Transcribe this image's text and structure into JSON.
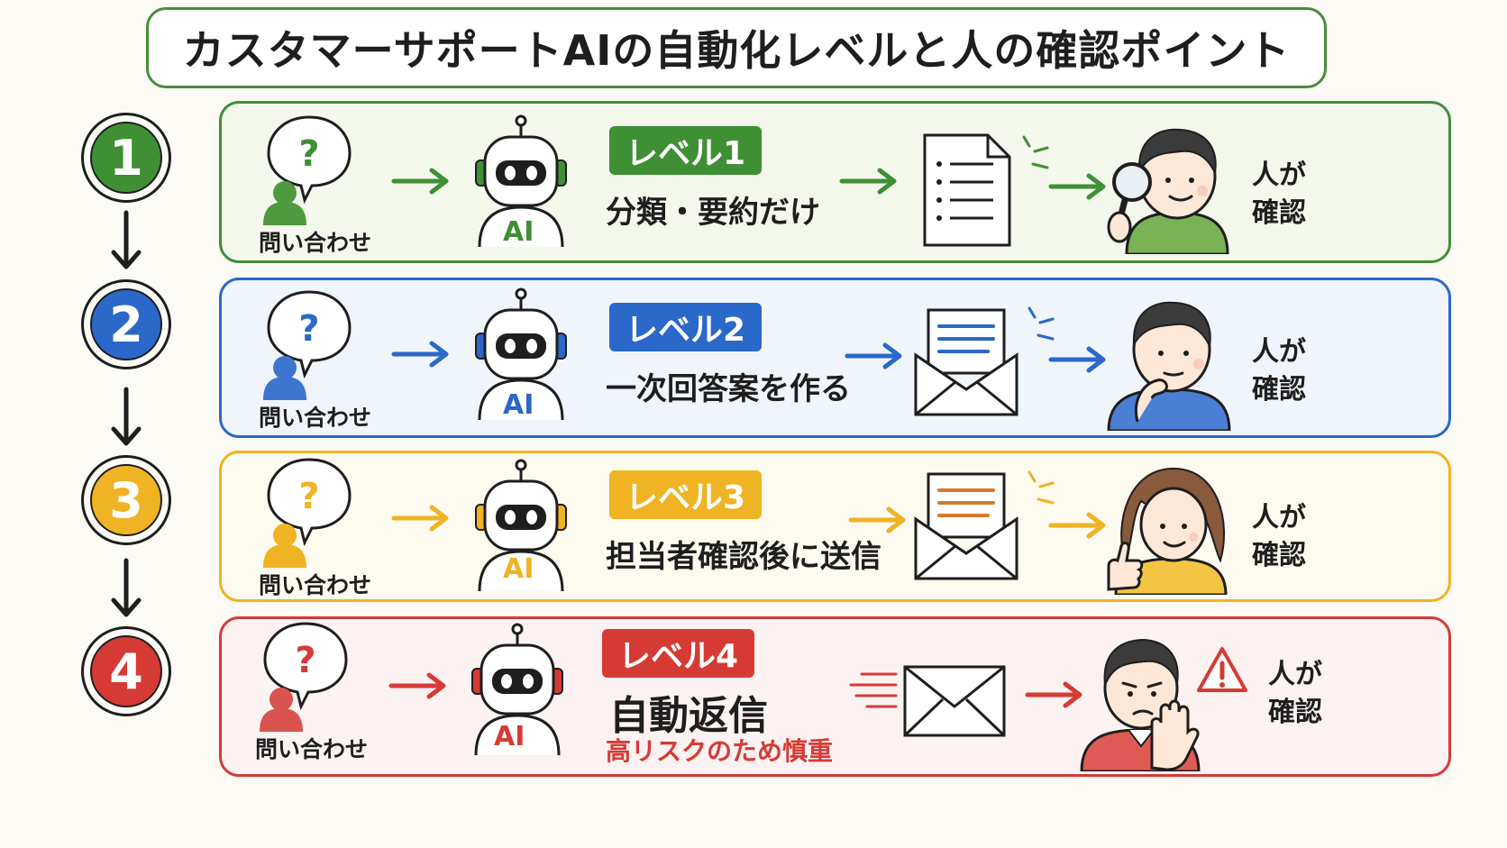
{
  "title": "カスタマーサポートAIの自動化レベルと人の確認ポイント",
  "levels": [
    {
      "num": "1",
      "color": "#3f8f35",
      "fill": "#f3f7ec",
      "badge": "レベル1",
      "desc": "分類・要約だけ",
      "note": "",
      "inquiry": "問い合わせ",
      "ai": "AI",
      "check": [
        "人が",
        "確認"
      ],
      "output": "document",
      "person": "magnifier"
    },
    {
      "num": "2",
      "color": "#2a68c9",
      "fill": "#f0f4fb",
      "badge": "レベル2",
      "desc": "一次回答案を作る",
      "note": "",
      "inquiry": "問い合わせ",
      "ai": "AI",
      "check": [
        "人が",
        "確認"
      ],
      "output": "envelope-letter",
      "person": "thinking"
    },
    {
      "num": "3",
      "color": "#f0b323",
      "fill": "#fdfaef",
      "badge": "レベル3",
      "desc": "担当者確認後に送信",
      "note": "",
      "inquiry": "問い合わせ",
      "ai": "AI",
      "check": [
        "人が",
        "確認"
      ],
      "output": "envelope-letter",
      "person": "thumbsup"
    },
    {
      "num": "4",
      "color": "#d63a35",
      "fill": "#fcf2f1",
      "badge": "レベル4",
      "desc": "自動返信",
      "note": "高リスクのため慎重",
      "inquiry": "問い合わせ",
      "ai": "AI",
      "check": [
        "人が",
        "確認"
      ],
      "output": "envelope",
      "person": "stop"
    }
  ]
}
